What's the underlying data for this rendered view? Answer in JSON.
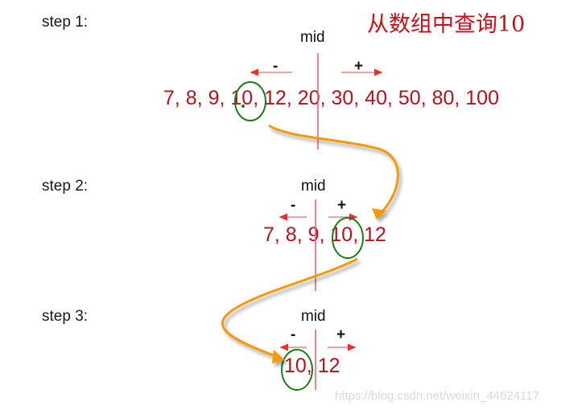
{
  "title": "从数组中查询10",
  "target": 10,
  "steps": [
    {
      "label": "step 1:",
      "mid_label": "mid",
      "minus": "-",
      "plus": "+",
      "array_text": "7, 8, 9, 10, 12, 20, 30, 40, 50, 80, 100",
      "values": [
        7,
        8,
        9,
        10,
        12,
        20,
        30,
        40,
        50,
        80,
        100
      ],
      "found_value": 10,
      "underlined_range": "7, 8, 9, 10, 12"
    },
    {
      "label": "step 2:",
      "mid_label": "mid",
      "minus": "-",
      "plus": "+",
      "array_text": "7, 8, 9, 10, 12",
      "values": [
        7,
        8,
        9,
        10,
        12
      ],
      "found_value": 10,
      "underlined_range": "10, 12"
    },
    {
      "label": "step 3:",
      "mid_label": "mid",
      "minus": "-",
      "plus": "+",
      "array_text": "10, 12",
      "values": [
        10,
        12
      ],
      "found_value": 10,
      "underlined_range": "10"
    }
  ],
  "watermark": "https://blog.csdn.net/weixin_44624117",
  "colors": {
    "array_text": "#b3121f",
    "mid_line": "#e06070",
    "direction_arrows": "#e8302f",
    "underline": "#0a0a7a",
    "circle": "#1a7a1a",
    "flow_arrow": "#f59a00",
    "title": "#c8101c"
  }
}
